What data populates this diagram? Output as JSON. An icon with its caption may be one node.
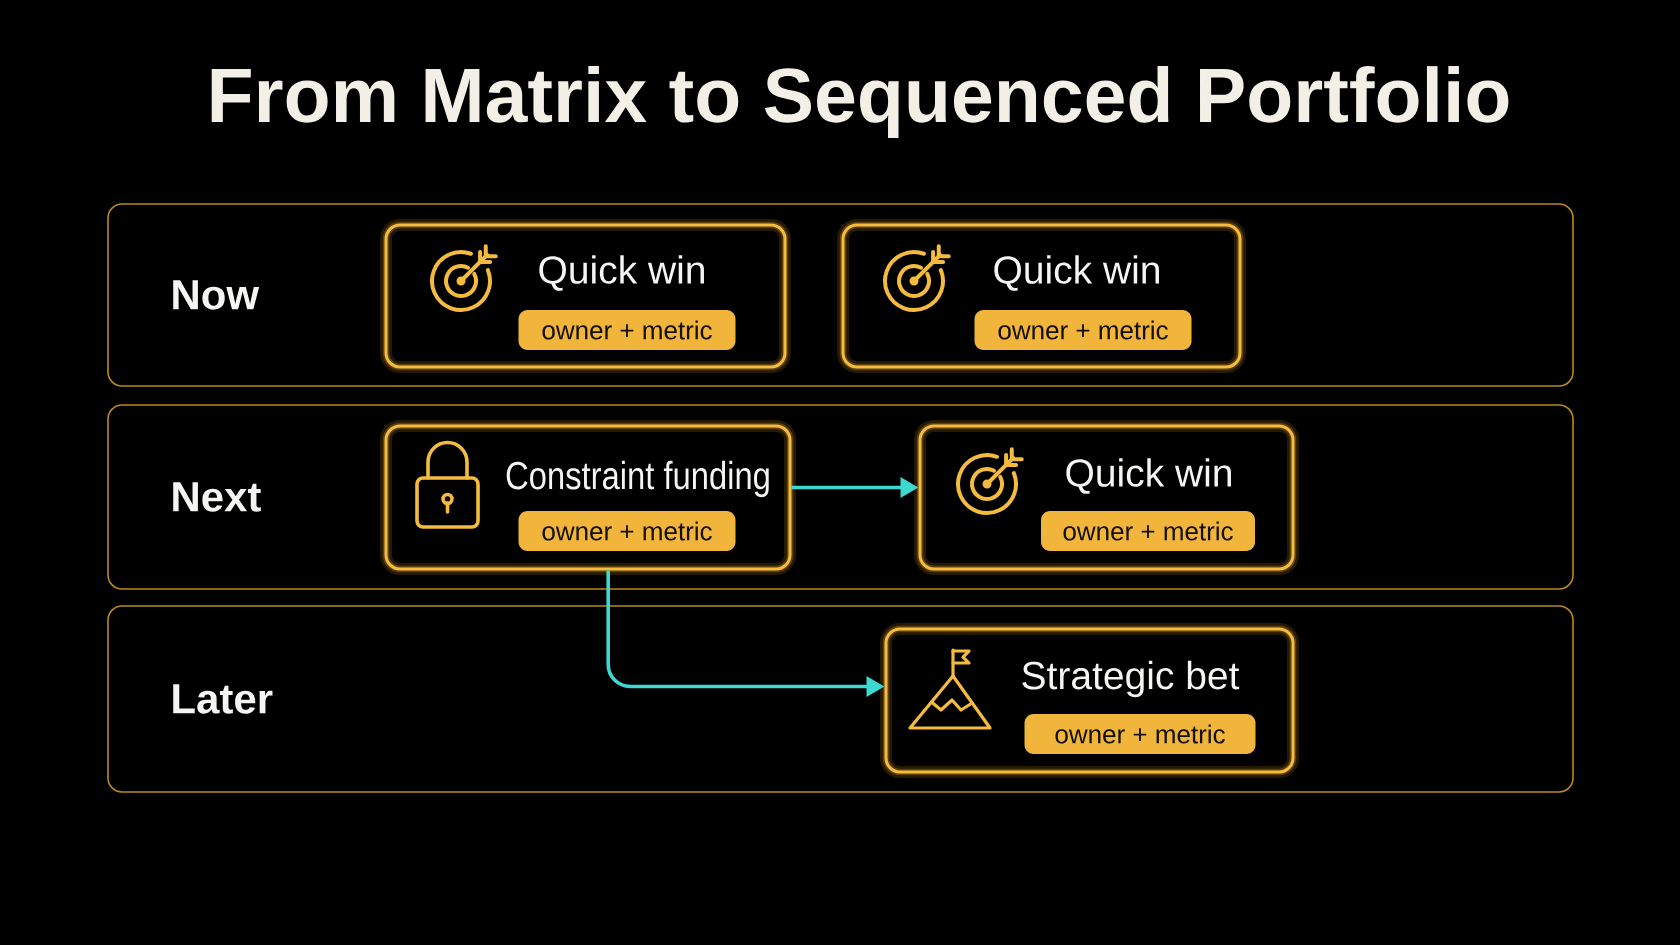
{
  "diagram": {
    "title": "From Matrix to Sequenced Portfolio",
    "nodes": [
      {
        "text": [
          "Now"
        ]
      },
      {
        "text": [
          "Quick win"
        ],
        "in": 0
      },
      {
        "text": [
          "owner + metric"
        ],
        "in": 1
      },
      {
        "text": [
          "Quick win"
        ],
        "in": 0
      },
      {
        "text": [
          "owner + metric"
        ],
        "in": 3
      },
      {
        "text": [
          "Next"
        ]
      },
      {
        "text": [
          "Constraint funding"
        ],
        "in": 5
      },
      {
        "text": [
          "owner + metric"
        ],
        "in": 6
      },
      {
        "text": [
          "Quick win"
        ],
        "in": 5
      },
      {
        "text": [
          "owner + metric"
        ],
        "in": 8
      },
      {
        "text": [
          "Later"
        ]
      },
      {
        "text": [
          "Strategic bet"
        ],
        "in": 10
      },
      {
        "text": [
          "owner + metric"
        ],
        "in": 11
      }
    ],
    "edges": [
      {
        "from": 6,
        "to": 8,
        "arrow": "to"
      },
      {
        "from": 6,
        "to": 11,
        "arrow": "to"
      }
    ]
  }
}
